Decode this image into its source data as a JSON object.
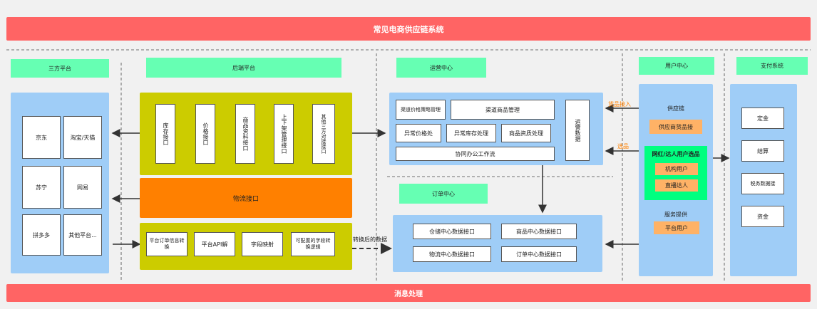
{
  "title": "常见电商供应链系统",
  "footer": "消息处理",
  "sections": {
    "third_party": "三方平台",
    "backend": "后端平台",
    "operations": "运营中心",
    "order_center": "订单中心",
    "user_center": "用户中心",
    "payment": "支付系统"
  },
  "third_party_platforms": [
    "京东",
    "淘宝/天猫",
    "苏宁",
    "网易",
    "拼多多",
    "其他平台..."
  ],
  "backend_interfaces": [
    "库存接口",
    "价格接口",
    "商品资料接口",
    "上下架管理接口",
    "其他三方对接接口"
  ],
  "logistics_interface": "物流接口",
  "order_pipeline": [
    "平台订单信息转换",
    "平台API解",
    "字段映射",
    "可配置的字段转换逻辑"
  ],
  "converted_data_label": "转换后的数据",
  "operations_items": {
    "channel_price": "渠道价格策略管理",
    "channel_goods": "渠道商品管理",
    "price_exception": "异常价格处",
    "stock_exception": "异常库存处理",
    "goods_quality": "商品资质处理",
    "collab": "协同办公工作流",
    "ops_data": "运营数据"
  },
  "order_interfaces": [
    "仓储中心数据接口",
    "商品中心数据接口",
    "物流中心数据接口",
    "订单中心数据接口"
  ],
  "user_center": {
    "supply_chain": "供应链",
    "supplier": "供应商货品接",
    "influencer": "网红/达人用户选品",
    "agency_user": "机构用户",
    "live_streamer": "直播达人",
    "service": "服务提供",
    "platform_user": "平台用户",
    "goods_access": "货品接入",
    "select": "选品"
  },
  "payment_items": [
    "定金",
    "结算",
    "税务数据接",
    "资金"
  ]
}
